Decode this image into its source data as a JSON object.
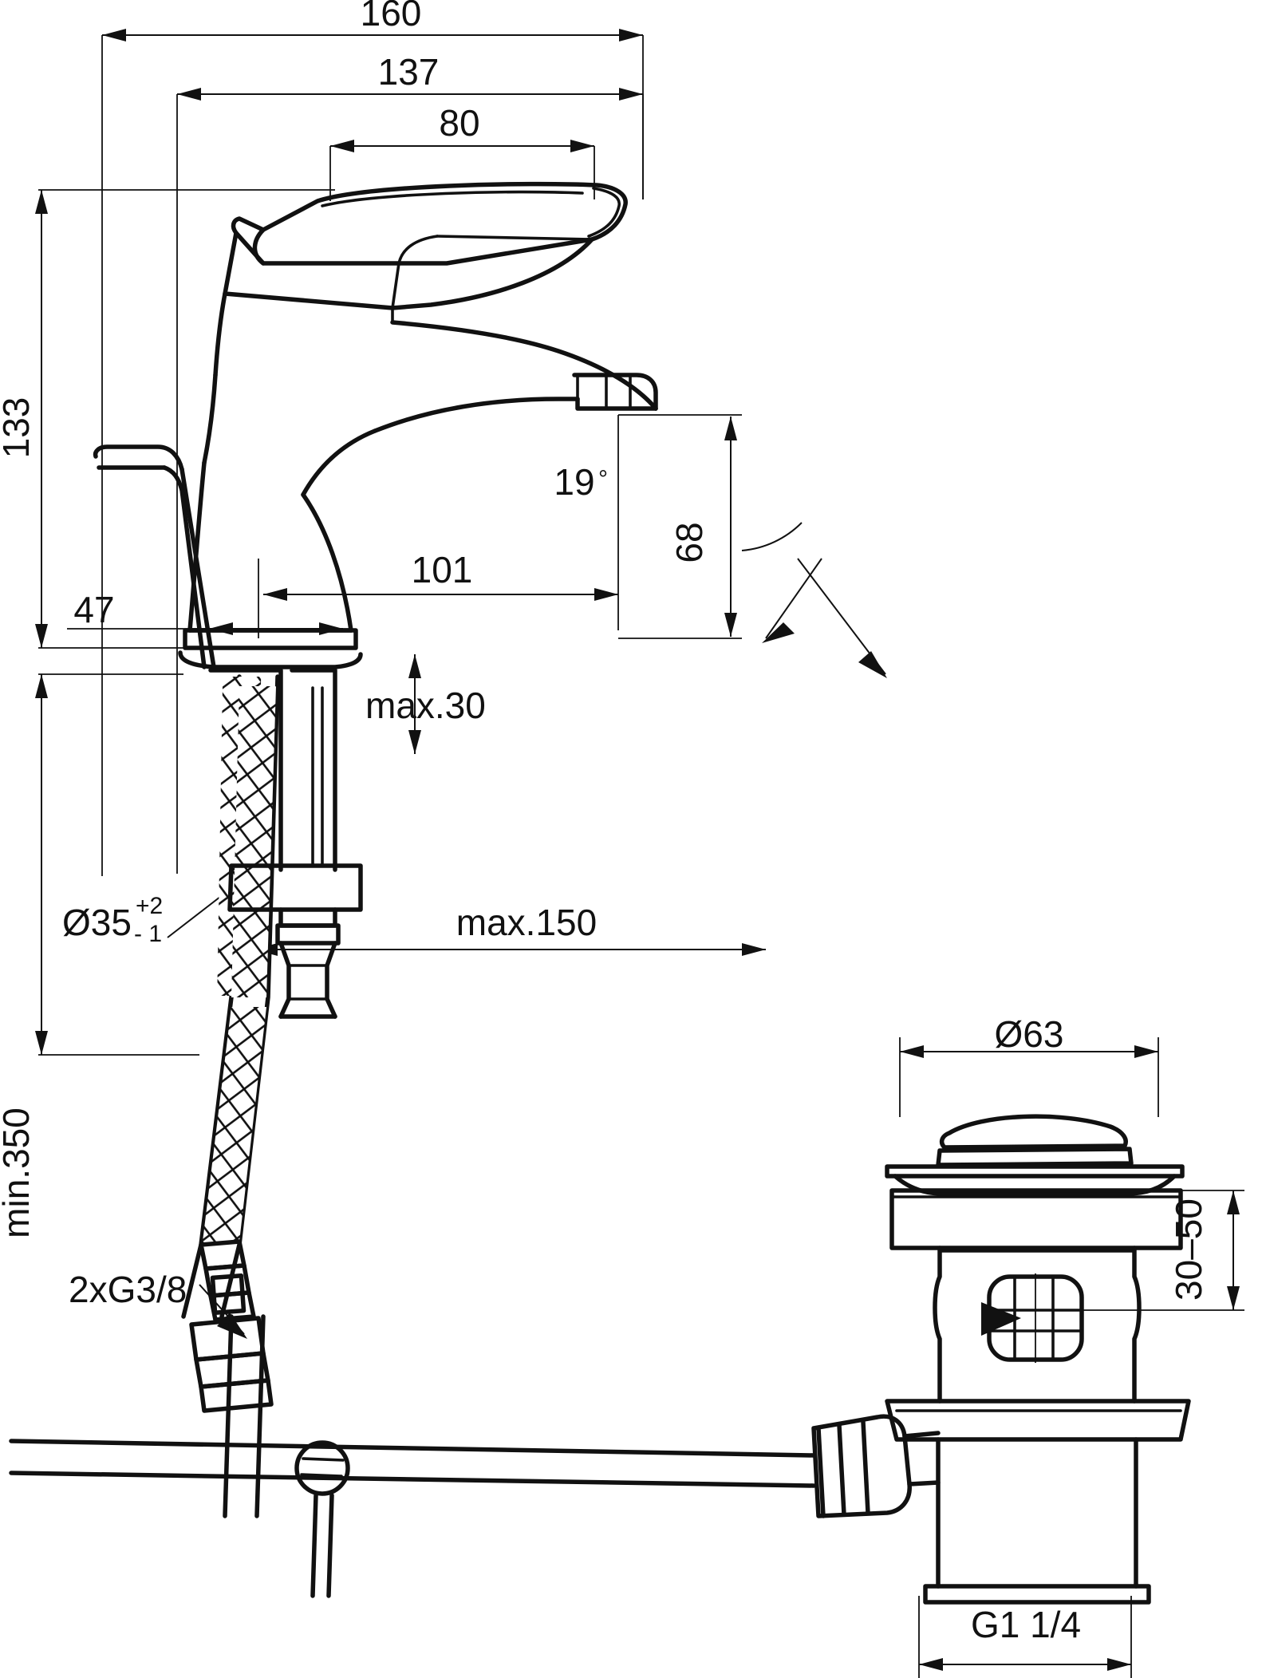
{
  "drawing": {
    "title": "Basin mixer tap technical dimension drawing",
    "units": "mm",
    "line_color": "#111111",
    "background": "#ffffff"
  },
  "dimensions": {
    "overall_width": "160",
    "spout_reach_outer": "137",
    "lever_width": "80",
    "overall_height": "133",
    "base_depth": "47",
    "spout_projection": "101",
    "spout_outlet_height": "68",
    "lever_angle": "19",
    "degree_symbol": "°",
    "mount_hole_diameter": "Ø35",
    "mount_hole_tol_plus": "+2",
    "mount_hole_tol_minus": "- 1",
    "max_deck_thickness": "max.30",
    "min_hose_length": "min.350",
    "supply_connection": "2xG3/8",
    "max_rod_length": "max.150",
    "waste_flange_diameter": "Ø63",
    "waste_deck_range": "30–50",
    "waste_outlet_thread": "G1  1/4"
  },
  "labels": [
    {
      "id": "dim-160",
      "text": "160",
      "kind": "horizontal-dimension"
    },
    {
      "id": "dim-137",
      "text": "137",
      "kind": "horizontal-dimension"
    },
    {
      "id": "dim-80",
      "text": "80",
      "kind": "horizontal-dimension"
    },
    {
      "id": "dim-133",
      "text": "133",
      "kind": "vertical-dimension"
    },
    {
      "id": "dim-47",
      "text": "47",
      "kind": "horizontal-dimension"
    },
    {
      "id": "dim-101",
      "text": "101",
      "kind": "horizontal-dimension"
    },
    {
      "id": "dim-68",
      "text": "68",
      "kind": "vertical-dimension"
    },
    {
      "id": "dim-19deg",
      "text": "19",
      "kind": "angular-dimension"
    },
    {
      "id": "dim-d35",
      "text": "Ø35",
      "kind": "diameter-dimension"
    },
    {
      "id": "dim-max30",
      "text": "max.30",
      "kind": "vertical-dimension"
    },
    {
      "id": "dim-min350",
      "text": "min.350",
      "kind": "vertical-dimension"
    },
    {
      "id": "dim-2xg38",
      "text": "2xG3/8",
      "kind": "thread-callout"
    },
    {
      "id": "dim-max150",
      "text": "max.150",
      "kind": "horizontal-dimension"
    },
    {
      "id": "dim-d63",
      "text": "Ø63",
      "kind": "diameter-dimension"
    },
    {
      "id": "dim-3050",
      "text": "30–50",
      "kind": "vertical-dimension"
    },
    {
      "id": "dim-g114",
      "text": "G1  1/4",
      "kind": "thread-callout"
    }
  ],
  "views": {
    "main": {
      "name": "faucet-side-elevation"
    },
    "detail": {
      "name": "pop-up-waste-assembly"
    }
  }
}
